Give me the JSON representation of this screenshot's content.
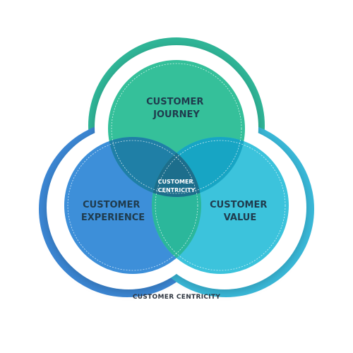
{
  "diagram": {
    "type": "venn",
    "circles": [
      {
        "id": "journey",
        "label_lines": [
          "CUSTOMER",
          "JOURNEY"
        ],
        "fill": "#35c09a",
        "ring": "#2fb597"
      },
      {
        "id": "experience",
        "label_lines": [
          "CUSTOMER",
          "EXPERIENCE"
        ],
        "fill": "#3d8fd9",
        "ring": "#3b86d3"
      },
      {
        "id": "value",
        "label_lines": [
          "CUSTOMER",
          "VALUE"
        ],
        "fill": "#3cc3dc",
        "ring": "#39b8d8"
      }
    ],
    "center": {
      "label_lines": [
        "CUSTOMER",
        "CENTRICITY"
      ],
      "fill": "#1d6e8c"
    },
    "label_color": "#1f3b4d",
    "center_label_color": "#ffffff"
  },
  "caption": "CUSTOMER CENTRICITY"
}
